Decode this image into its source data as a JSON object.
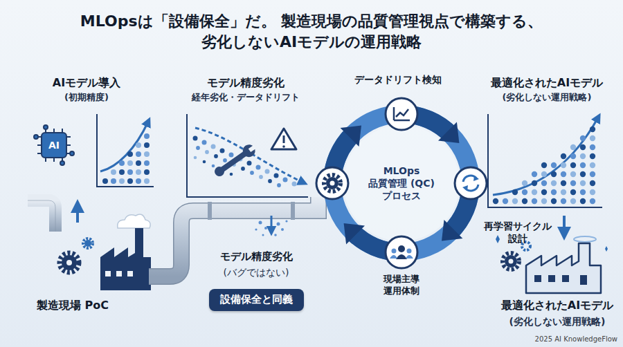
{
  "diagram": {
    "title": "MLOpsは「設備保全」だ。 製造現場の品質管理視点で構築する、劣化しないAIモデルの運用戦略",
    "nodes": [
      {
        "text": [
          "MLOps 品質管理 (QC) プロセス"
        ]
      },
      {
        "text": [
          "設備保全と同義"
        ]
      }
    ],
    "labels": [
      "AIモデル導入",
      "(初期精度)",
      "AI",
      "モデル精度劣化",
      "経年劣化・データドリフト",
      "データドリフト検知",
      "最適化されたAIモデル",
      "(劣化しない運用戦略)",
      "再学習サイクル 設計",
      "モデル精度劣化",
      "(バグではない)",
      "現場主導 運用体制",
      "製造現場 PoC",
      "最適化されたAIモデル",
      "(劣化しない運用戦略)",
      "2025 AI KnowledgeFlow"
    ]
  }
}
